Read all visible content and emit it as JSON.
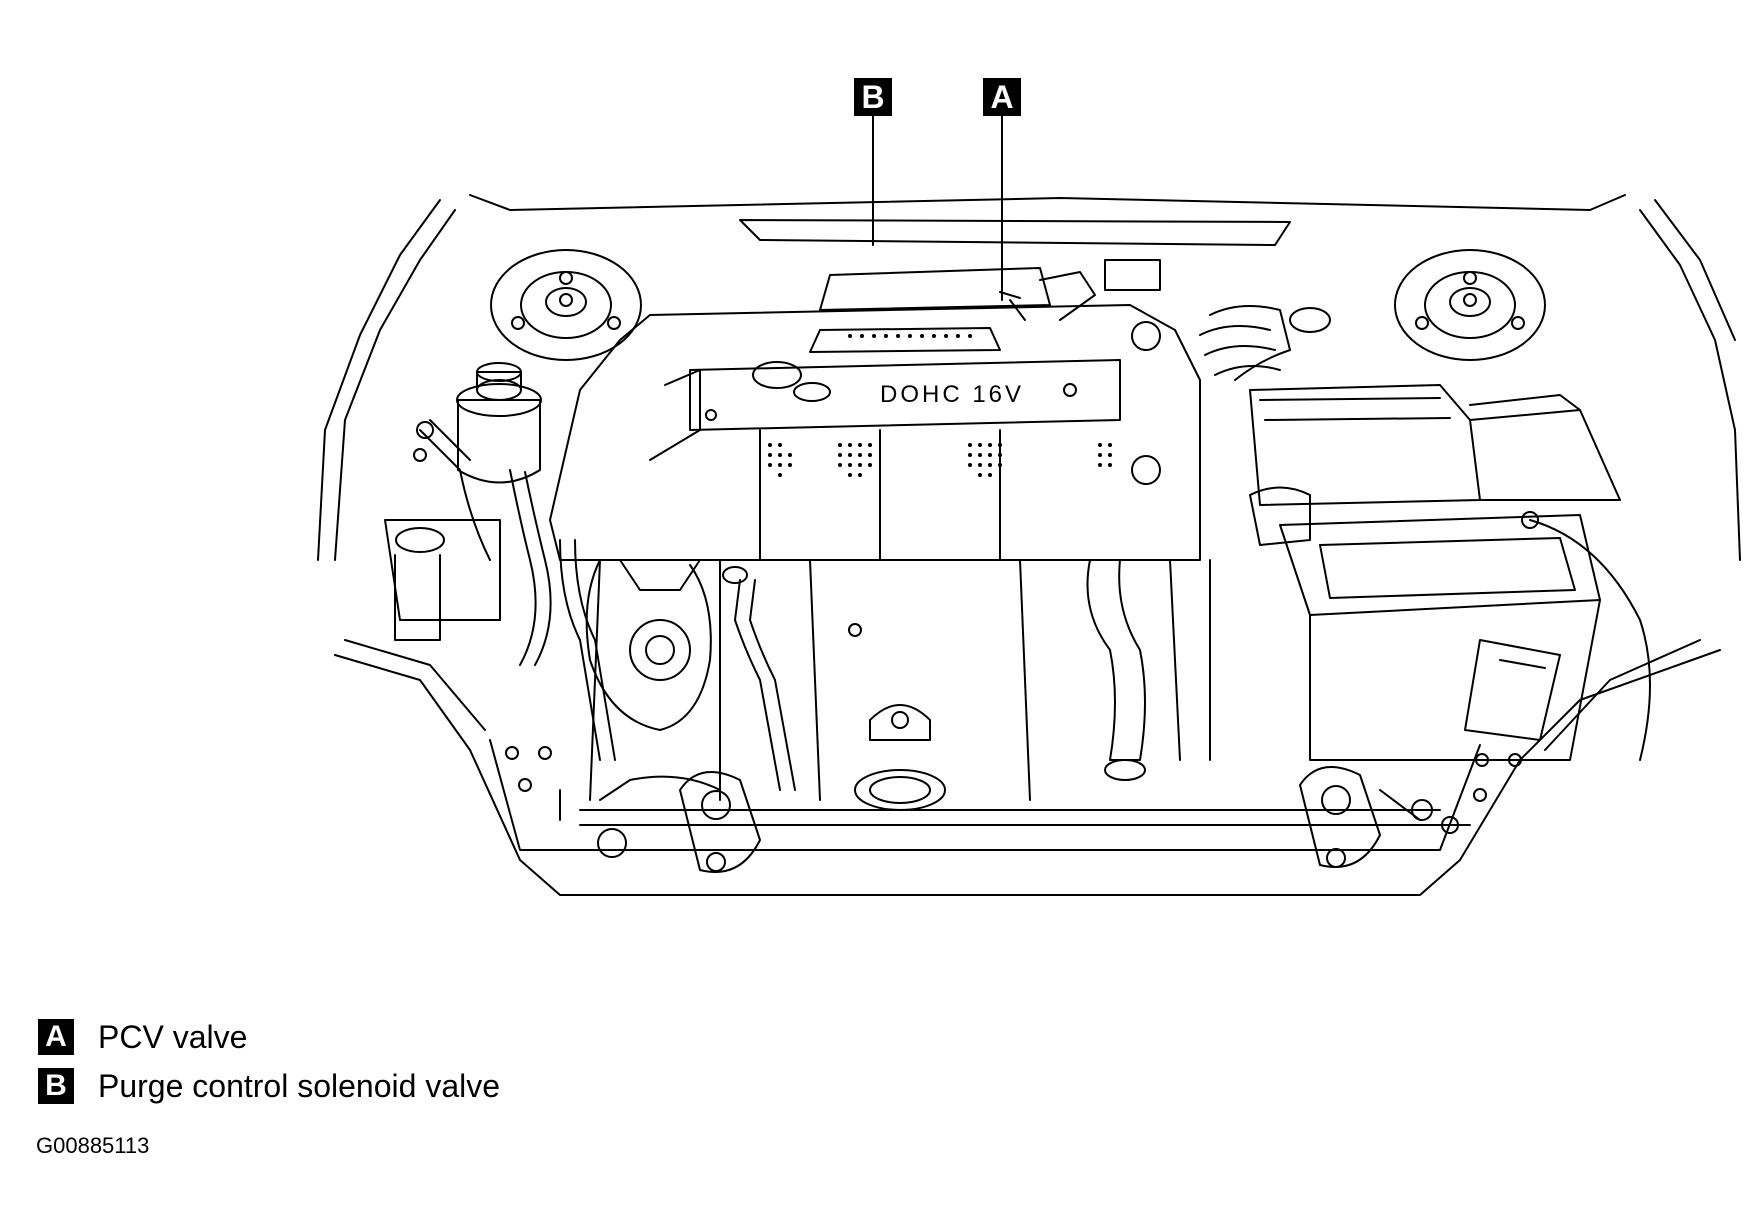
{
  "callouts": [
    {
      "letter": "A",
      "label": "PCV valve"
    },
    {
      "letter": "B",
      "label": "Purge control solenoid valve"
    }
  ],
  "engine_cover_text": "DOHC 16V",
  "figure_id": "G00885113"
}
